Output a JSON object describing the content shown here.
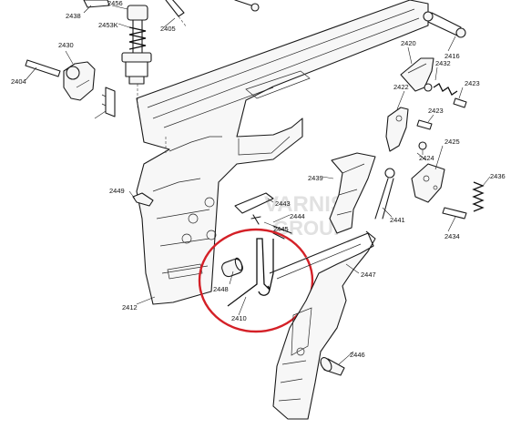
{
  "diagram": {
    "watermark_line1": "VARNIS",
    "watermark_line2": "GROUP",
    "highlight_color": "#d42027",
    "parts": [
      {
        "id": "p2438",
        "label": "2438"
      },
      {
        "id": "p2456",
        "label": "2456"
      },
      {
        "id": "p2453k",
        "label": "2453K"
      },
      {
        "id": "p2405",
        "label": "2405"
      },
      {
        "id": "p2430",
        "label": "2430"
      },
      {
        "id": "p2404",
        "label": "2404"
      },
      {
        "id": "p2416",
        "label": "2416"
      },
      {
        "id": "p2420",
        "label": "2420"
      },
      {
        "id": "p2432",
        "label": "2432"
      },
      {
        "id": "p2423a",
        "label": "2423"
      },
      {
        "id": "p2422",
        "label": "2422"
      },
      {
        "id": "p2423b",
        "label": "2423"
      },
      {
        "id": "p2425",
        "label": "2425"
      },
      {
        "id": "p2424",
        "label": "2424"
      },
      {
        "id": "p2436",
        "label": "2436"
      },
      {
        "id": "p2439",
        "label": "2439"
      },
      {
        "id": "p2441",
        "label": "2441"
      },
      {
        "id": "p2434",
        "label": "2434"
      },
      {
        "id": "p2448",
        "label": "2448"
      },
      {
        "id": "p2443",
        "label": "2443"
      },
      {
        "id": "p2444",
        "label": "2444"
      },
      {
        "id": "p2445",
        "label": "2445"
      },
      {
        "id": "p2447",
        "label": "2447"
      },
      {
        "id": "p2449",
        "label": "2449"
      },
      {
        "id": "p2410",
        "label": "2410"
      },
      {
        "id": "p2412",
        "label": "2412"
      },
      {
        "id": "p2446",
        "label": "2446"
      }
    ]
  }
}
